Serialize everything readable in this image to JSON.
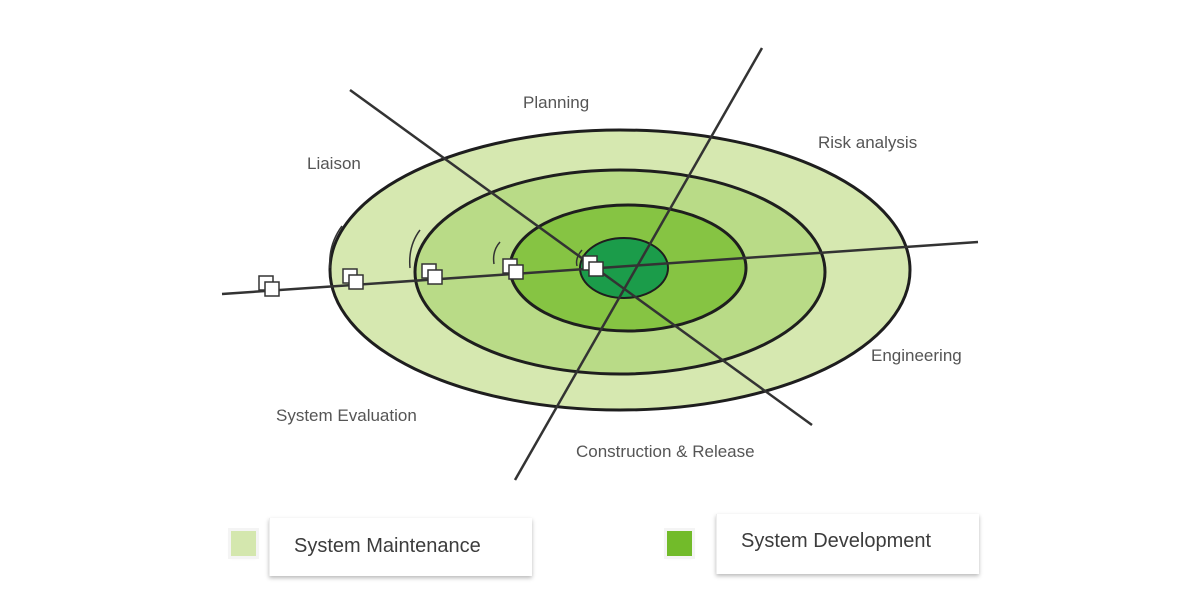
{
  "diagram": {
    "phases": {
      "planning": "Planning",
      "risk_analysis": "Risk analysis",
      "liaison": "Liaison",
      "engineering": "Engineering",
      "system_evaluation": "System Evaluation",
      "construction_release": "Construction & Release"
    },
    "colors": {
      "outer_ring": "#d6e8b0",
      "second_ring": "#b9db87",
      "third_ring": "#86c443",
      "core": "#1b9c4a",
      "axis_lines": "#333333"
    }
  },
  "legend": {
    "maintenance": {
      "label": "System Maintenance",
      "color": "#d4e7ae"
    },
    "development": {
      "label": "System Development",
      "color": "#72bb2a"
    }
  }
}
